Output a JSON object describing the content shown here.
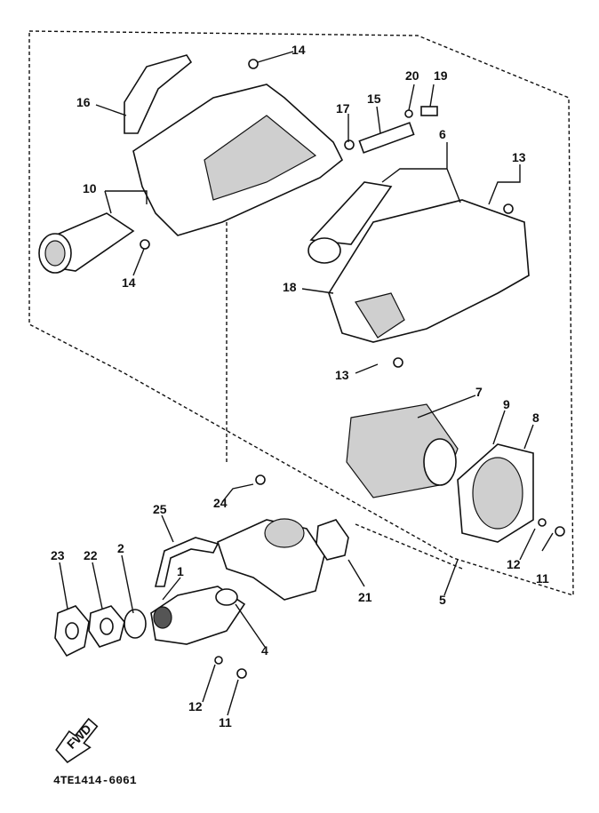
{
  "diagram": {
    "callouts": {
      "c1": "1",
      "c2": "2",
      "c4": "4",
      "c5": "5",
      "c6": "6",
      "c7": "7",
      "c8": "8",
      "c9": "9",
      "c10": "10",
      "c11a": "11",
      "c11b": "11",
      "c12a": "12",
      "c12b": "12",
      "c13a": "13",
      "c13b": "13",
      "c14a": "14",
      "c14b": "14",
      "c15": "15",
      "c16": "16",
      "c17": "17",
      "c18": "18",
      "c19": "19",
      "c20": "20",
      "c21": "21",
      "c22": "22",
      "c23": "23",
      "c24": "24",
      "c25": "25"
    },
    "fwd_label": "FWD",
    "drawing_code": "4TE1414-6061"
  }
}
